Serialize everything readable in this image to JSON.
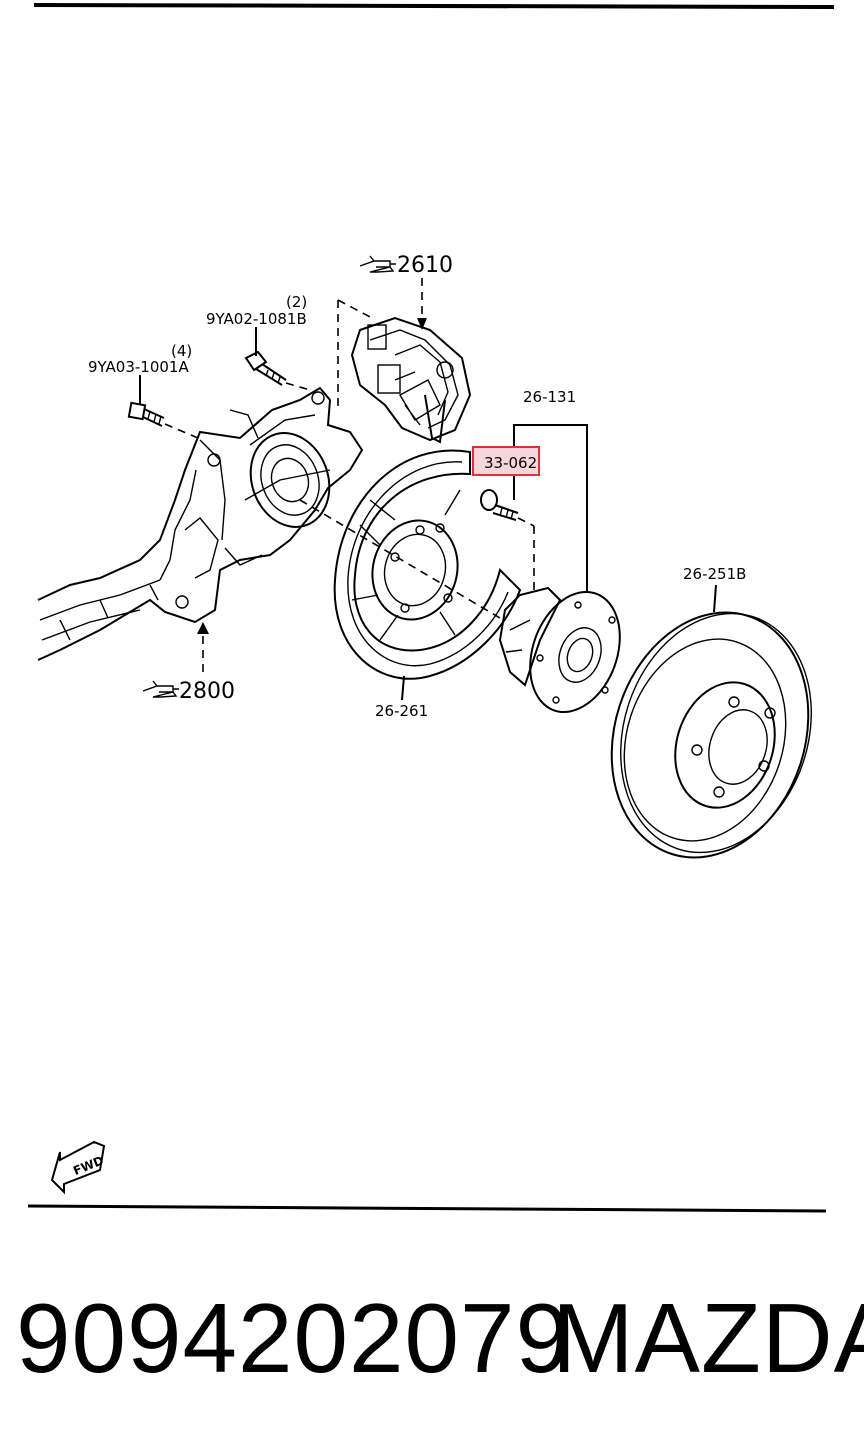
{
  "callouts": {
    "ref_2610": "2610",
    "ref_2800": "2800",
    "bolt_upper_code": "9YA02-1081B",
    "bolt_upper_qty": "(2)",
    "bolt_lower_code": "9YA03-1001A",
    "bolt_lower_qty": "(4)",
    "hub_assembly": "26-131",
    "highlighted_part": "33-062",
    "dust_shield": "26-261",
    "brake_disc": "26-251B",
    "fwd_label": "FWD"
  },
  "footer": {
    "part_number": "9094202079",
    "brand": "MAZDA"
  },
  "colors": {
    "highlight_fill": "#f6d6da",
    "highlight_border": "#e03040",
    "line": "#000000"
  },
  "icons": {
    "reference_pointer": "pointing-hand-icon",
    "direction": "fwd-arrow-icon"
  }
}
